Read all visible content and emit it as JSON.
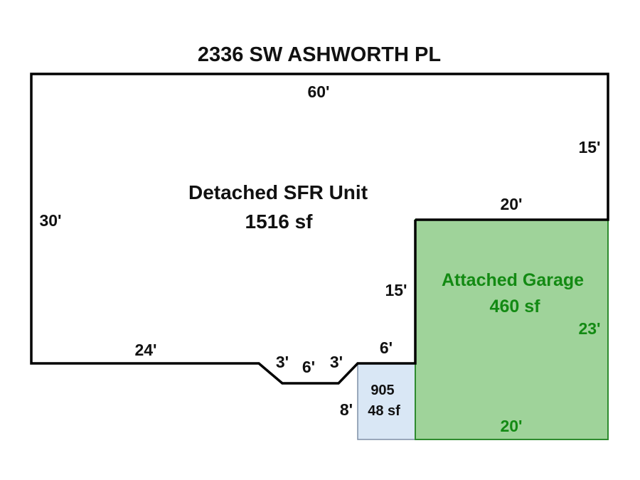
{
  "title": "2336 SW ASHWORTH PL",
  "main_unit": {
    "name": "Detached SFR Unit",
    "area": "1516 sf",
    "dims": {
      "top": "60'",
      "left": "30'",
      "right_upper": "15'",
      "step_top": "20'",
      "inner_vertical": "15'",
      "bottom_left": "24'",
      "notch_left": "3'",
      "notch_bottom": "6'",
      "notch_right": "3'",
      "bottom_right": "6'"
    }
  },
  "garage": {
    "name": "Attached Garage",
    "area": "460 sf",
    "dims": {
      "right": "23'",
      "bottom": "20'"
    }
  },
  "small_area": {
    "id": "905",
    "area": "48 sf",
    "dims": {
      "left": "8'"
    }
  },
  "colors": {
    "outline": "#000000",
    "garage_fill": "#9fd39a",
    "garage_stroke": "#2e8b2e",
    "garage_text": "#138a13",
    "small_fill": "#d9e7f5",
    "small_stroke": "#7f8fa6",
    "text": "#111111"
  }
}
